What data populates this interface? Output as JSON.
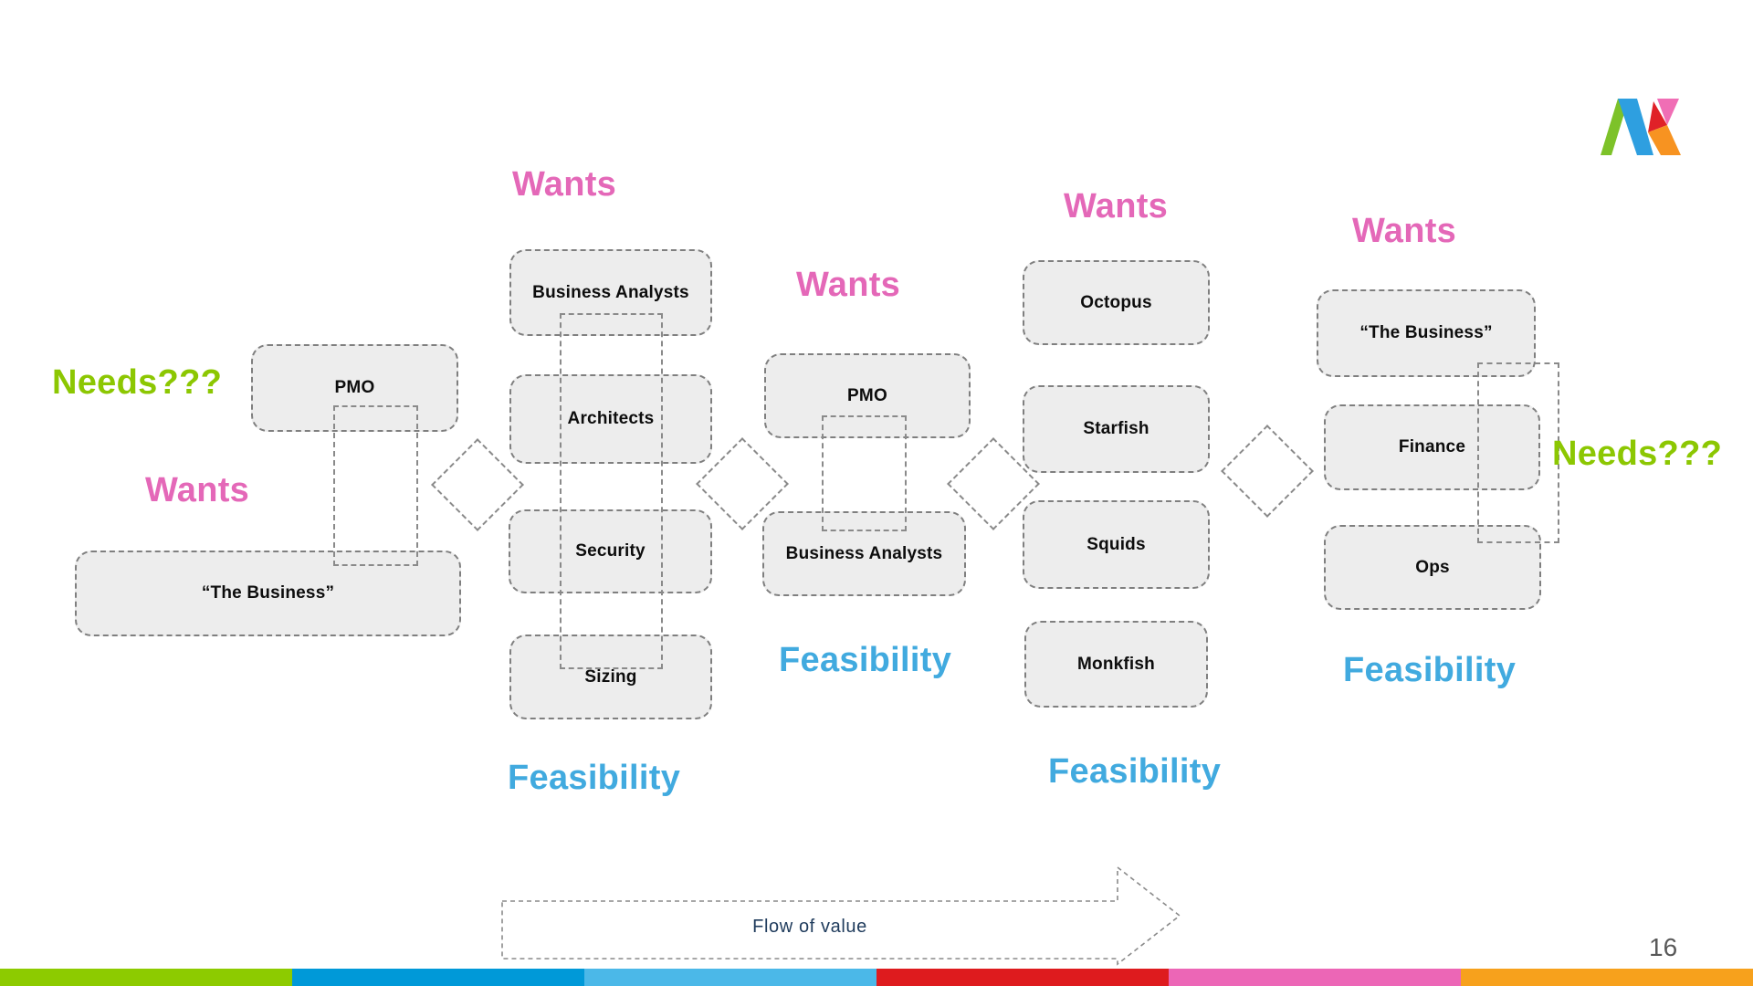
{
  "slide": {
    "page_number": "16"
  },
  "labels": {
    "wants": "Wants",
    "needs": "Needs???",
    "feasibility": "Feasibility"
  },
  "boxes": {
    "col1": [
      "PMO",
      "“The Business”"
    ],
    "col2": [
      "Business Analysts",
      "Architects",
      "Security",
      "Sizing"
    ],
    "col3": [
      "PMO",
      "Business Analysts"
    ],
    "col4": [
      "Octopus",
      "Starfish",
      "Squids",
      "Monkfish"
    ],
    "col5": [
      "“The Business”",
      "Finance",
      "Ops"
    ]
  },
  "flow_arrow": {
    "label": "Flow of value"
  },
  "accent_colors": {
    "wants_pink": "#E468B8",
    "needs_green": "#8CC702",
    "feasibility_blue": "#41AADF",
    "box_fill": "#EDEDED",
    "dash_gray": "#7F7F7F"
  },
  "footer_stripe_colors": [
    "#8DCB00",
    "#0099D8",
    "#4BB8E8",
    "#DE1B1E",
    "#EC66B6",
    "#F7A11C"
  ],
  "logo": {
    "name": "ak-logo",
    "colors": [
      "#7DC229",
      "#2E9FE0",
      "#F06EB5",
      "#E02128",
      "#F79321"
    ]
  }
}
